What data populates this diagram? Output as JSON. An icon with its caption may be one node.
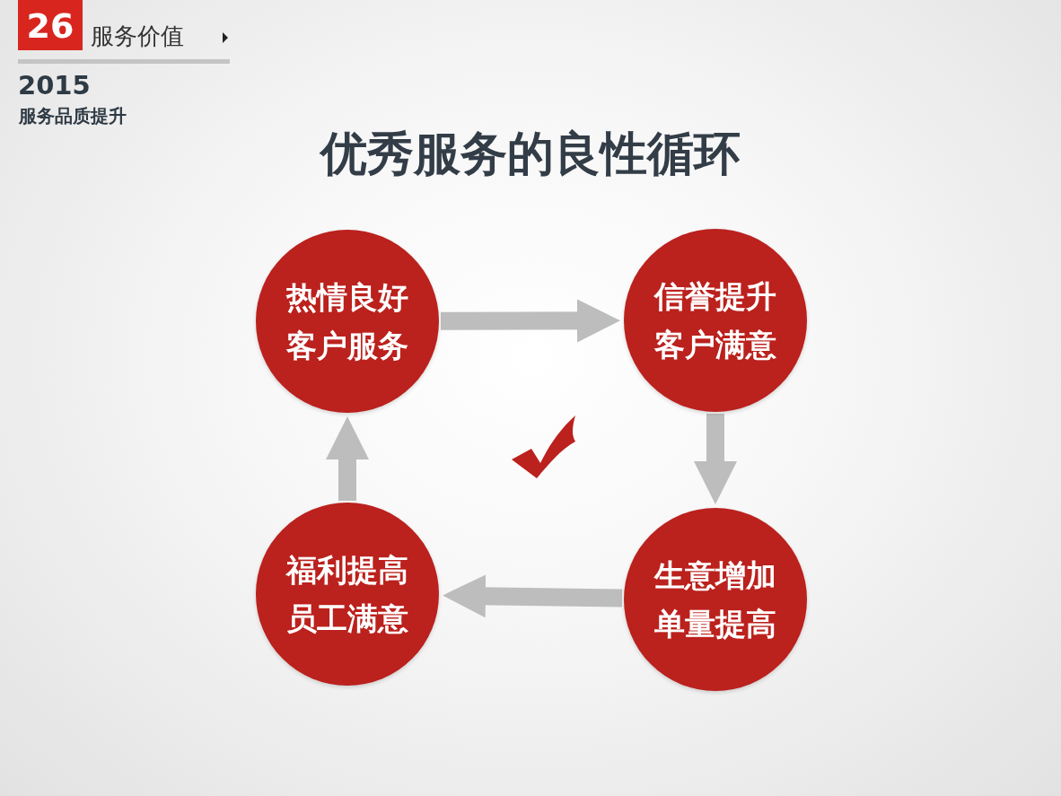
{
  "diagram": {
    "title": "优秀服务的良性循环",
    "nodes": [
      {
        "text": [
          "热情良好客户服务"
        ]
      },
      {
        "text": [
          "信誉提升客户满意"
        ]
      },
      {
        "text": [
          "福利提高员工满意"
        ]
      },
      {
        "text": [
          "生意增加单量提高"
        ]
      }
    ],
    "edges": [
      {
        "from": 0,
        "to": 1,
        "arrow": "to"
      },
      {
        "from": 1,
        "to": 3,
        "arrow": "to"
      },
      {
        "from": 3,
        "to": 2,
        "arrow": "to"
      },
      {
        "from": 2,
        "to": 0,
        "arrow": "to"
      }
    ],
    "labels": [
      "26",
      "服务价值",
      "2015",
      "服务品质提升"
    ]
  }
}
